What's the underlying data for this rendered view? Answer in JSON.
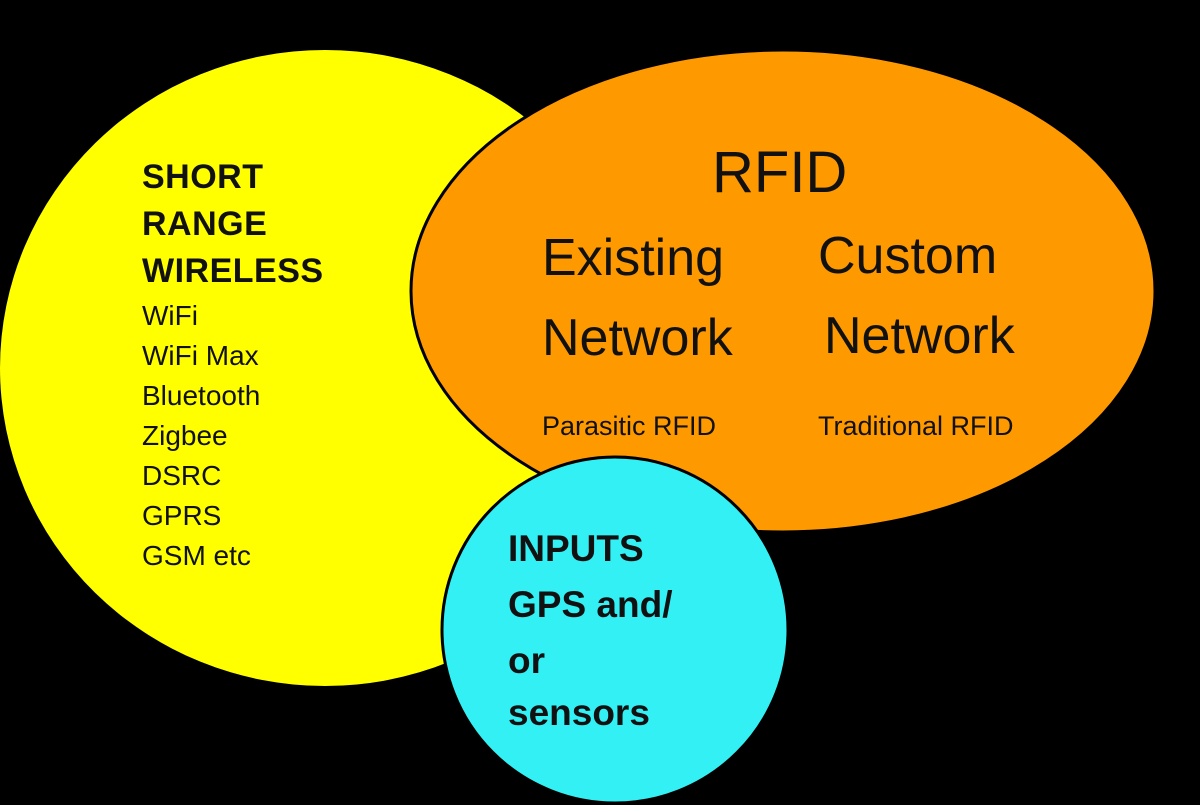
{
  "colors": {
    "background": "#000000",
    "short_range_ellipse": "#FFFF00",
    "rfid_ellipse": "#FF9900",
    "inputs_circle": "#33F0F5",
    "text": "#111111"
  },
  "short_range": {
    "heading_lines": [
      "SHORT",
      "RANGE",
      "WIRELESS"
    ],
    "technologies": [
      "WiFi",
      "WiFi Max",
      "Bluetooth",
      "Zigbee",
      "DSRC",
      "GPRS",
      "GSM etc"
    ]
  },
  "rfid": {
    "title": "RFID",
    "existing_line1": "Existing",
    "existing_line2": "Network",
    "custom_line1": "Custom",
    "custom_line2": "Network",
    "existing_sub": "Parasitic RFID",
    "custom_sub": "Traditional RFID"
  },
  "inputs": {
    "lines": [
      "INPUTS",
      "GPS and/",
      "or",
      "sensors"
    ]
  }
}
